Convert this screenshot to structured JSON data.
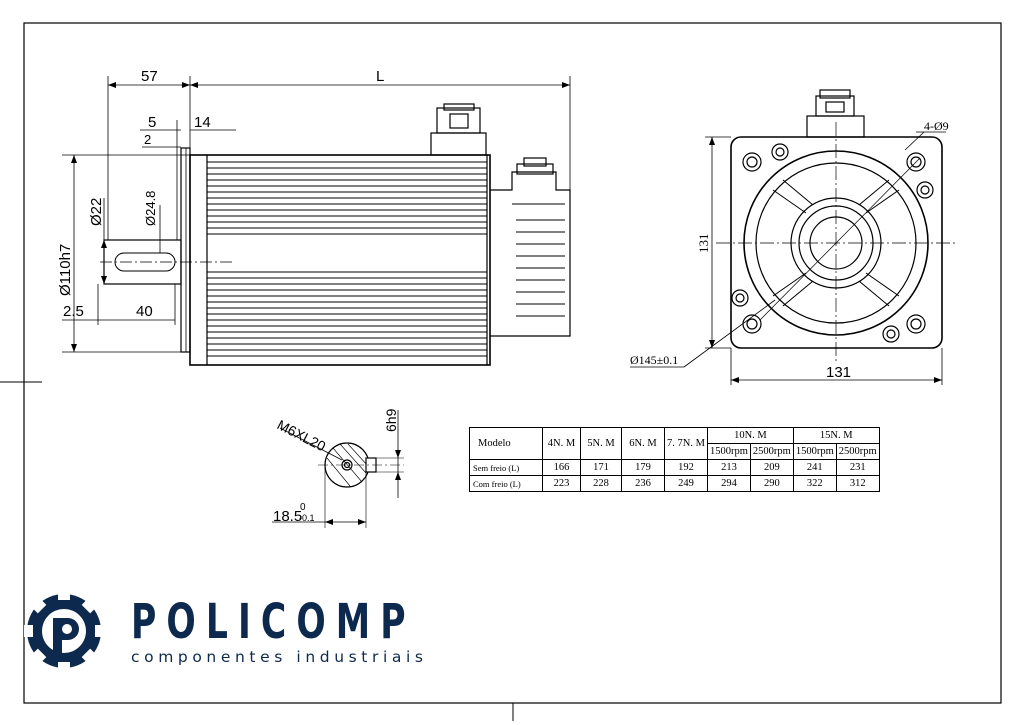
{
  "drawing": {
    "dims": {
      "d57": "57",
      "dL": "L",
      "d5": "5",
      "d14": "14",
      "d2": "2",
      "d22": "Ø22",
      "d248": "Ø24.8",
      "d110": "Ø110h7",
      "d25": "2.5",
      "d40": "40",
      "d131v": "131",
      "d131h": "131",
      "d4phi9": "4-Ø9",
      "d145": "Ø145±0.1",
      "dM6": "M6XL20",
      "d6h9": "6h9",
      "d185": "18.5",
      "d185up": "0",
      "d185lo": "-0.1"
    }
  },
  "table": {
    "header_model": "Modelo",
    "col_4": "4N. M",
    "col_5": "5N. M",
    "col_6": "6N. M",
    "col_77": "7. 7N. M",
    "col_10": "10N. M",
    "col_15": "15N. M",
    "sub_1500a": "1500rpm",
    "sub_2500a": "2500rpm",
    "sub_1500b": "1500rpm",
    "sub_2500b": "2500rpm",
    "row1_label": "Sem freio (L)",
    "row1": [
      "166",
      "171",
      "179",
      "192",
      "213",
      "209",
      "241",
      "231"
    ],
    "row2_label": "Com freio (L)",
    "row2": [
      "223",
      "228",
      "236",
      "249",
      "294",
      "290",
      "322",
      "312"
    ]
  },
  "logo": {
    "brand": "POLICOMP",
    "tagline": "componentes industriais",
    "color": "#0d2a4e"
  }
}
